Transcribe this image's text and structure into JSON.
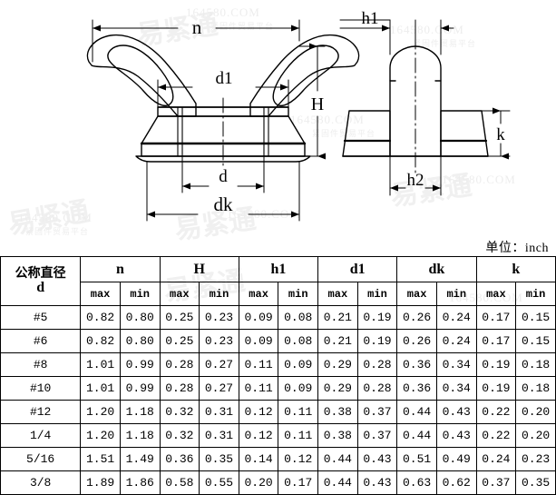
{
  "unit_label": "单位：inch",
  "drawing": {
    "front_view": {
      "labels": {
        "n": "n",
        "d1": "d1",
        "H": "H",
        "d": "d",
        "dk": "dk"
      }
    },
    "side_view": {
      "labels": {
        "h1": "h1",
        "h2": "h2",
        "k": "k"
      }
    }
  },
  "watermarks": {
    "domain": "164580.COM",
    "chinese": "紧固件贸易平台",
    "logo": "易紧通"
  },
  "table": {
    "nominal_header": {
      "line1": "公称直径",
      "line2": "d"
    },
    "groups": [
      "n",
      "H",
      "h1",
      "d1",
      "dk",
      "k"
    ],
    "sub_headers": [
      "max",
      "min"
    ],
    "rows": [
      {
        "d": "#5",
        "values": [
          "0.82",
          "0.80",
          "0.25",
          "0.23",
          "0.09",
          "0.08",
          "0.21",
          "0.19",
          "0.26",
          "0.24",
          "0.17",
          "0.15"
        ]
      },
      {
        "d": "#6",
        "values": [
          "0.82",
          "0.80",
          "0.25",
          "0.23",
          "0.09",
          "0.08",
          "0.21",
          "0.19",
          "0.26",
          "0.24",
          "0.17",
          "0.15"
        ]
      },
      {
        "d": "#8",
        "values": [
          "1.01",
          "0.99",
          "0.28",
          "0.27",
          "0.11",
          "0.09",
          "0.29",
          "0.28",
          "0.36",
          "0.34",
          "0.19",
          "0.18"
        ]
      },
      {
        "d": "#10",
        "values": [
          "1.01",
          "0.99",
          "0.28",
          "0.27",
          "0.11",
          "0.09",
          "0.29",
          "0.28",
          "0.36",
          "0.34",
          "0.19",
          "0.18"
        ]
      },
      {
        "d": "#12",
        "values": [
          "1.20",
          "1.18",
          "0.32",
          "0.31",
          "0.12",
          "0.11",
          "0.38",
          "0.37",
          "0.44",
          "0.43",
          "0.22",
          "0.20"
        ]
      },
      {
        "d": "1/4",
        "values": [
          "1.20",
          "1.18",
          "0.32",
          "0.31",
          "0.12",
          "0.11",
          "0.38",
          "0.37",
          "0.44",
          "0.43",
          "0.22",
          "0.20"
        ]
      },
      {
        "d": "5/16",
        "values": [
          "1.51",
          "1.49",
          "0.36",
          "0.35",
          "0.14",
          "0.12",
          "0.44",
          "0.43",
          "0.51",
          "0.49",
          "0.24",
          "0.23"
        ]
      },
      {
        "d": "3/8",
        "values": [
          "1.89",
          "1.86",
          "0.58",
          "0.55",
          "0.20",
          "0.17",
          "0.44",
          "0.43",
          "0.63",
          "0.62",
          "0.37",
          "0.35"
        ]
      }
    ]
  }
}
